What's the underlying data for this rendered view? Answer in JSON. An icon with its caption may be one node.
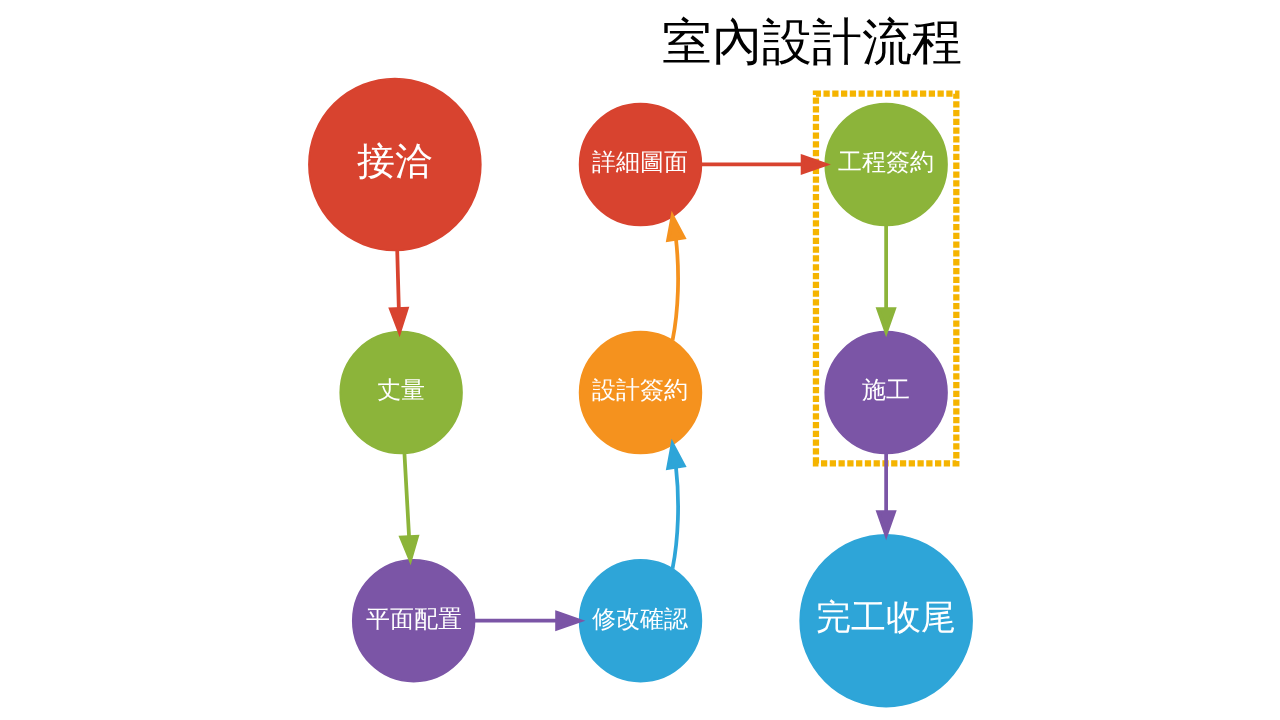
{
  "diagram": {
    "title": "室內設計流程",
    "nodes": [
      {
        "text": [
          "接洽"
        ]
      },
      {
        "text": [
          "丈量"
        ]
      },
      {
        "text": [
          "平面配置"
        ]
      },
      {
        "text": [
          "修改確認"
        ]
      },
      {
        "text": [
          "設計簽約"
        ]
      },
      {
        "text": [
          "詳細圖面"
        ]
      },
      {
        "text": [],
        "shape": "box"
      },
      {
        "text": [
          "工程簽約"
        ],
        "in": 6
      },
      {
        "text": [
          "施工"
        ],
        "in": 6
      },
      {
        "text": [
          "完工收尾"
        ]
      }
    ],
    "edges": [
      {
        "from": 0,
        "to": 1,
        "arrow": "to",
        "color": "#d8432f"
      },
      {
        "from": 1,
        "to": 2,
        "arrow": "to",
        "color": "#8cb43a"
      },
      {
        "from": 2,
        "to": 3,
        "arrow": "to",
        "color": "#7b55a6"
      },
      {
        "from": 3,
        "to": 4,
        "arrow": "to",
        "color": "#2ea5d8"
      },
      {
        "from": 4,
        "to": 5,
        "arrow": "to",
        "color": "#f5921e"
      },
      {
        "from": 5,
        "to": 7,
        "arrow": "to",
        "color": "#d8432f"
      },
      {
        "from": 7,
        "to": 8,
        "arrow": "to",
        "color": "#8cb43a"
      },
      {
        "from": 8,
        "to": 9,
        "arrow": "to",
        "color": "#7b55a6"
      }
    ]
  }
}
